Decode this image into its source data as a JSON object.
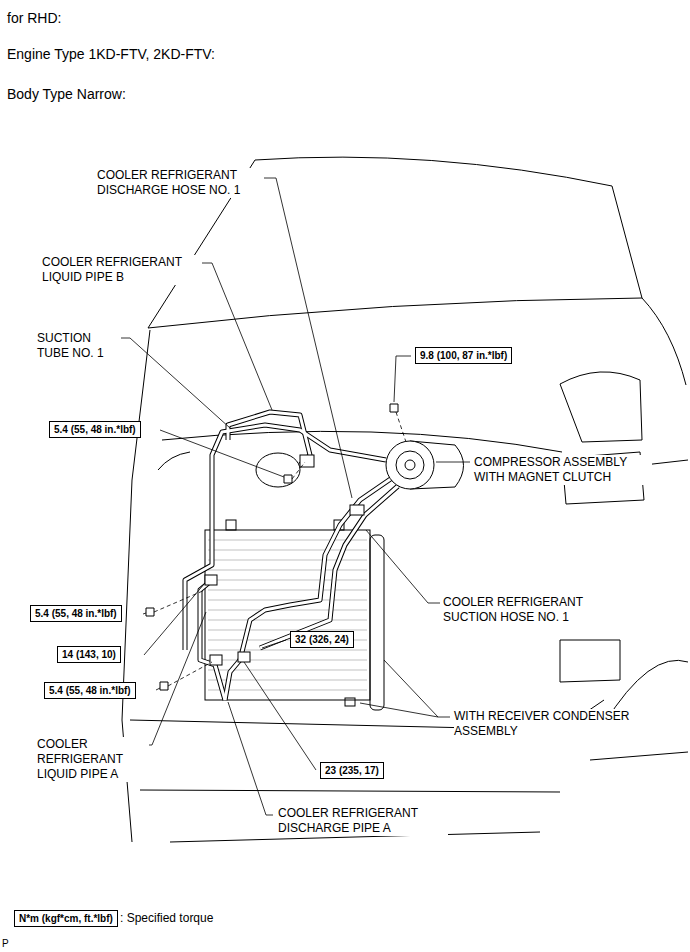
{
  "diagram": {
    "nodes": [
      {
        "text": [
          "9.8 (100, 87 in.*lbf)"
        ]
      },
      {
        "text": [
          "5.4 (55, 48 in.*lbf)"
        ]
      },
      {
        "text": [
          "5.4 (55, 48 in.*lbf)"
        ]
      },
      {
        "text": [
          "14 (143, 10)"
        ]
      },
      {
        "text": [
          "32 (326, 24)"
        ]
      },
      {
        "text": [
          "5.4 (55, 48 in.*lbf)"
        ]
      },
      {
        "text": [
          "23 (235, 17)"
        ]
      },
      {
        "text": [
          "N*m (kgf*cm, ft.*lbf)"
        ]
      }
    ],
    "labels": [
      "for RHD:",
      "Engine Type 1KD-FTV, 2KD-FTV:",
      "Body Type Narrow:",
      "COOLER REFRIGERANT DISCHARGE HOSE NO. 1",
      "COOLER REFRIGERANT LIQUID PIPE B",
      "SUCTION TUBE NO. 1",
      "COMPRESSOR ASSEMBLY WITH MAGNET CLUTCH",
      "COOLER REFRIGERANT SUCTION HOSE NO. 1",
      "WITH RECEIVER CONDENSER ASSEMBLY",
      "COOLER REFRIGERANT LIQUID PIPE A",
      "COOLER REFRIGERANT DISCHARGE PIPE A",
      ": Specified torque",
      "P"
    ]
  }
}
